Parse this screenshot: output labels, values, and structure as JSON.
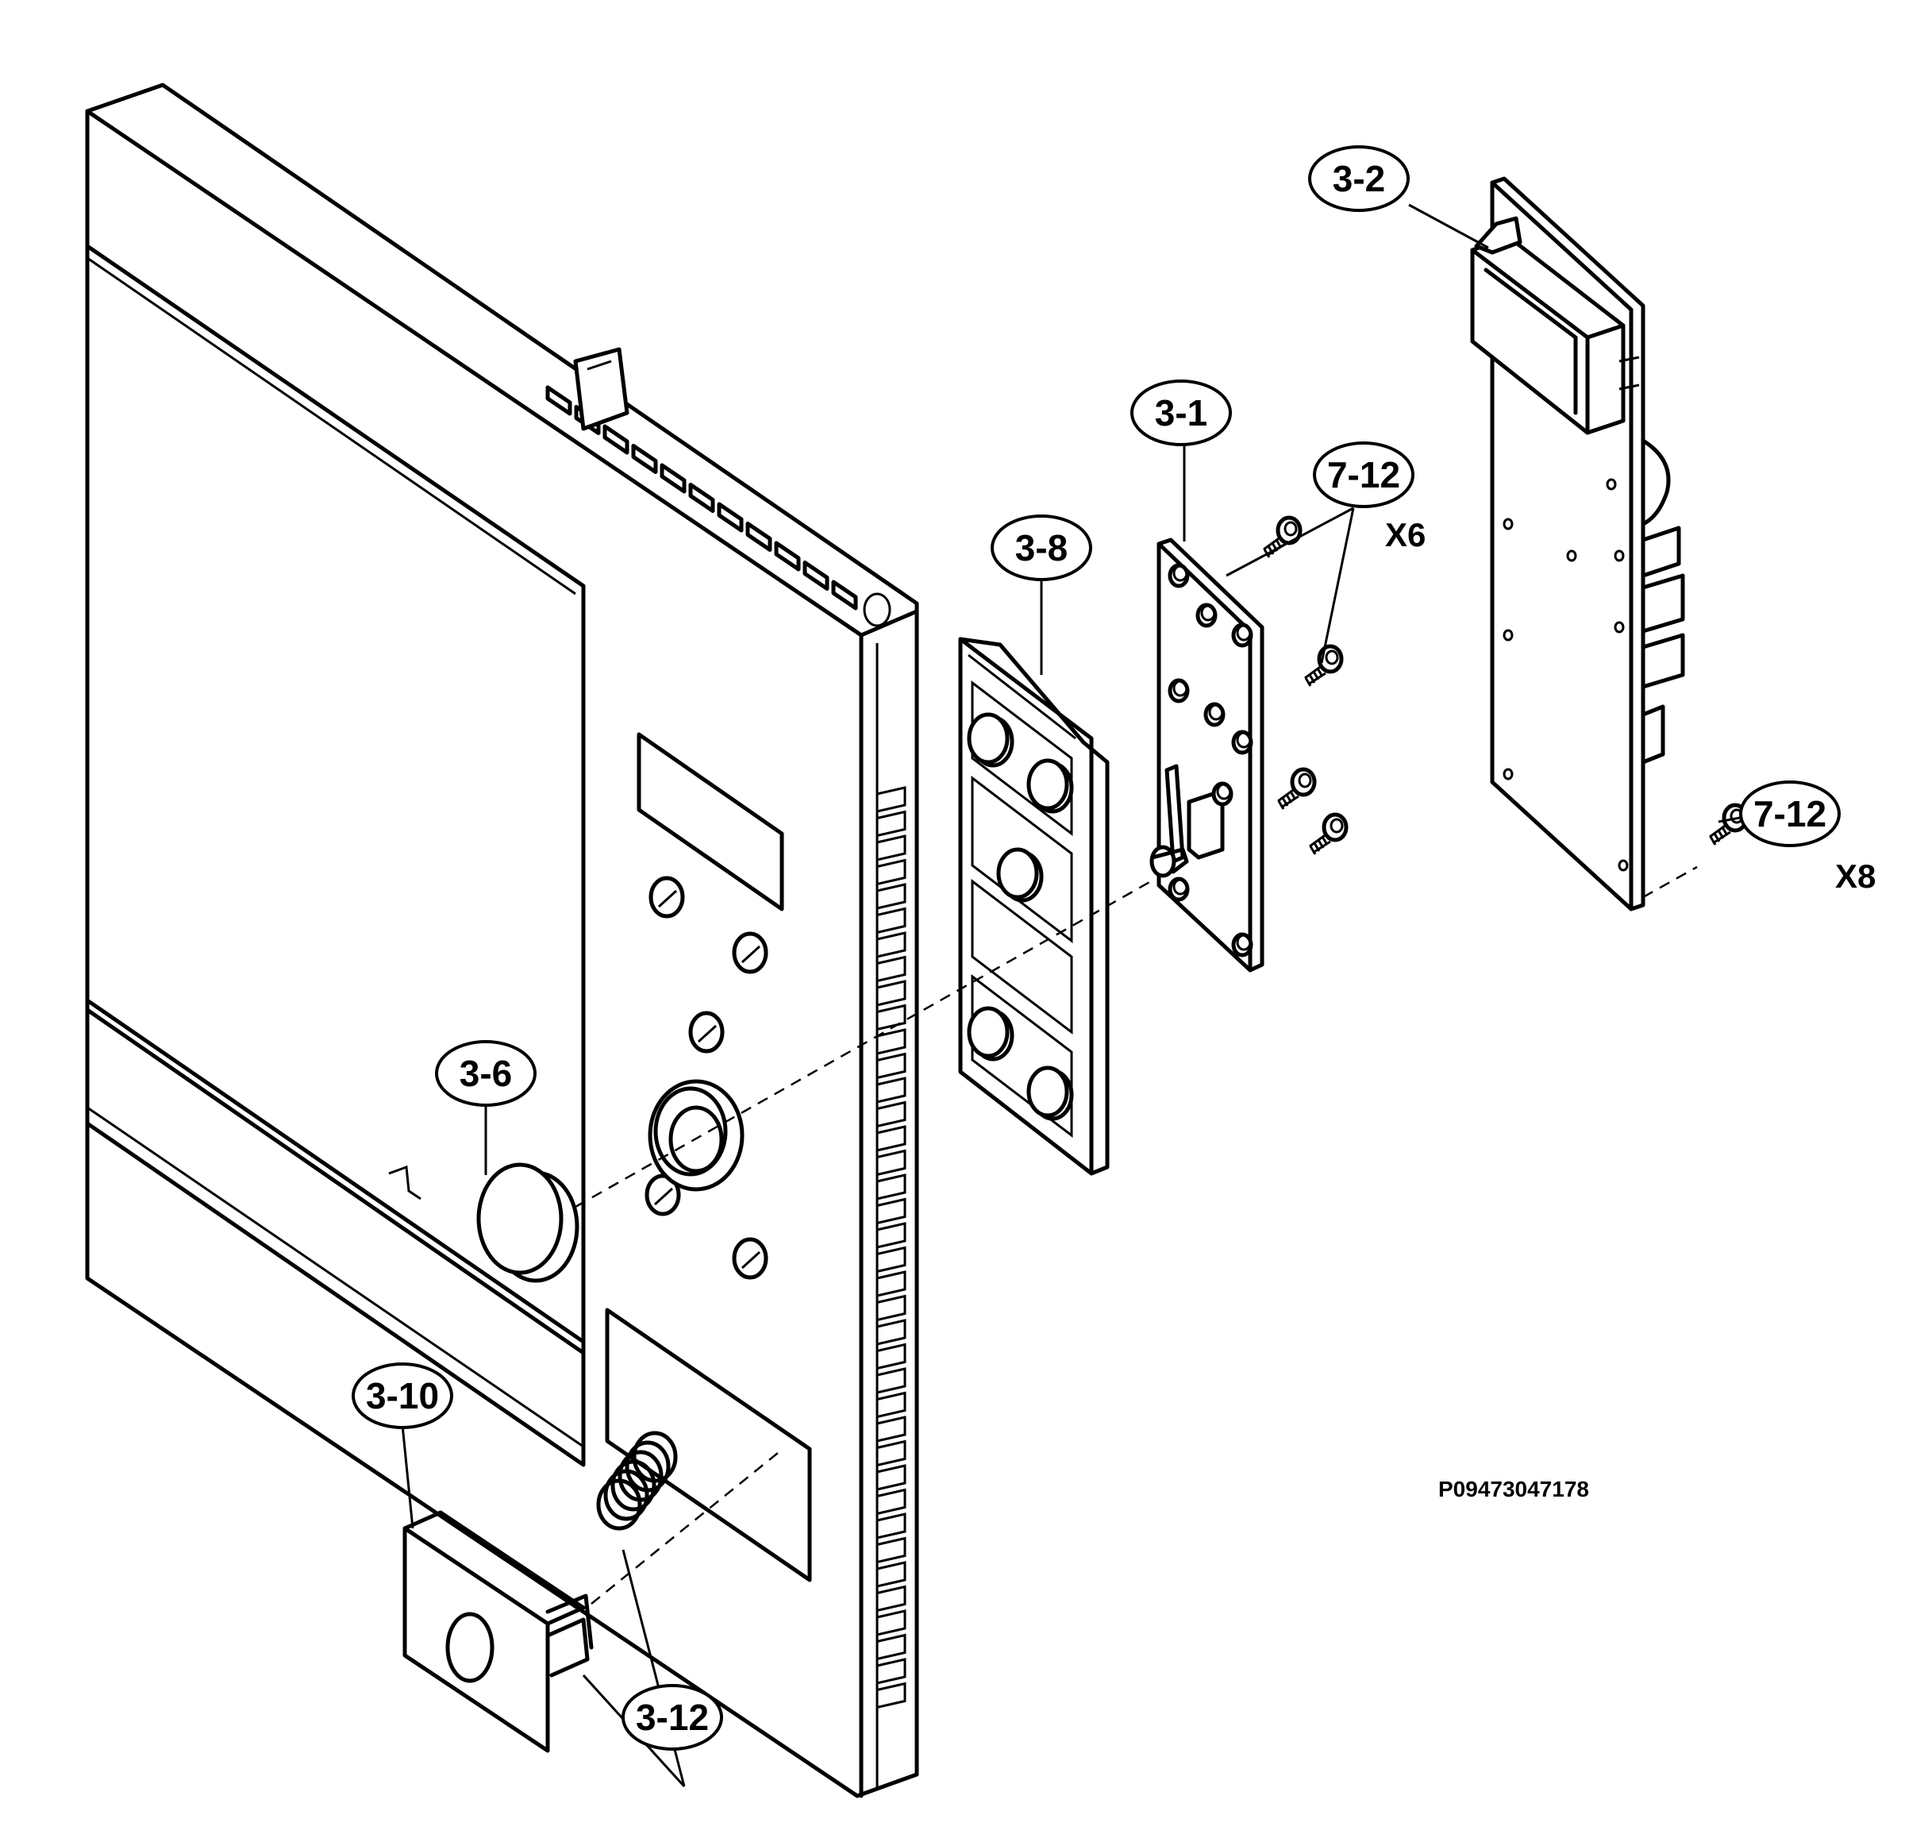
{
  "callouts": {
    "c_3_2": "3-2",
    "c_3_1": "3-1",
    "c_7_12_a": "7-12",
    "c_3_8": "3-8",
    "c_3_6": "3-6",
    "c_3_10": "3-10",
    "c_3_12": "3-12",
    "c_7_12_b": "7-12"
  },
  "quantities": {
    "screws_pcb": "X6",
    "screws_board": "X8"
  },
  "drawing_code": "P09473047178"
}
